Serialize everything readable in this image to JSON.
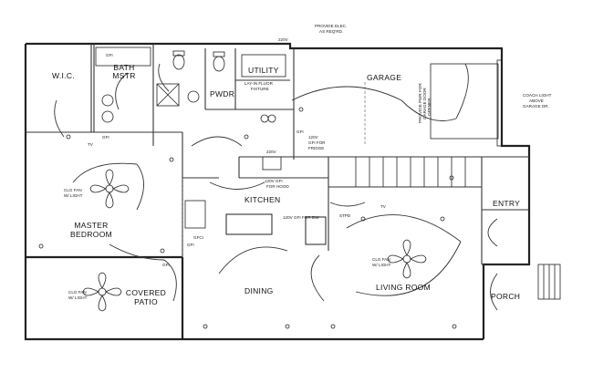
{
  "rooms": {
    "wic": "W.I.C.",
    "bath_mstr": [
      "BATH",
      "MSTR"
    ],
    "pwdr": "PWDR",
    "utility": "UTILITY",
    "garage": "GARAGE",
    "kitchen": "KITCHEN",
    "entry": "ENTRY",
    "master_bedroom": [
      "MASTER",
      "BEDROOM"
    ],
    "covered_patio": [
      "COVERED",
      "PATIO"
    ],
    "dining": "DINING",
    "living_room": "LIVING ROOM",
    "porch": "PORCH"
  },
  "notes": {
    "provide_elec": [
      "PROVIDE ELEC.",
      "AS REQ'RD."
    ],
    "v220_top": "220V",
    "v220_kitchen": "220V",
    "floor_fixture": [
      "LAY-IN FLUOR",
      "FIXTURE"
    ],
    "garage_door": [
      "PROVIDE PWR FOR",
      "GARAGE DOOR",
      "OPENER"
    ],
    "coach_light": [
      "COACH LIGHT",
      "ABOVE",
      "GARAGE DR."
    ],
    "clg_fan_bedroom": [
      "CLG FAN",
      "W/ LIGHT"
    ],
    "clg_fan_patio": [
      "CLG FAN",
      "W/ LIGHT"
    ],
    "clg_fan_living": [
      "CLG FAN",
      "W/ LIGHT"
    ],
    "hood": [
      "120V GFI",
      "FOR HOOD"
    ],
    "dw": "120V GFI FOR DW",
    "fridge": [
      "120V",
      "GFI FOR",
      "FRIDGE"
    ],
    "stpd": "STPD",
    "gfi": "GFI",
    "tv": "TV",
    "gfci": "GFCI"
  }
}
